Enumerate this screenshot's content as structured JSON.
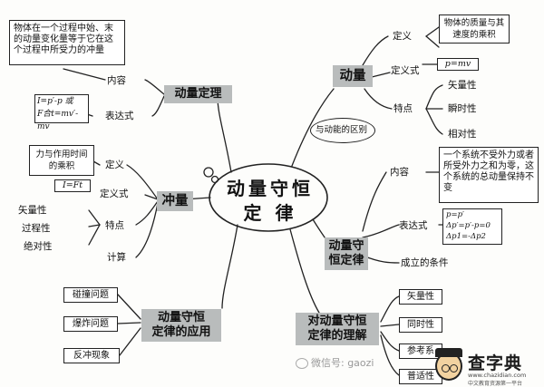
{
  "center": {
    "line1": "动量守恒",
    "line2": "定 律"
  },
  "momentum": {
    "title": "动量",
    "def_label": "定义",
    "def_text": "物体的质量与其速度的乘积",
    "formula_label": "定义式",
    "formula": "p=mv",
    "feature_label": "特点",
    "features": [
      "矢量性",
      "瞬时性",
      "相对性"
    ],
    "compare_note": "与动能的区别"
  },
  "theorem": {
    "title": "动量定理",
    "content_label": "内容",
    "content_text": "物体在一个过程中始、末的动量变化量等于它在这个过程中所受力的冲量",
    "expr_label": "表达式",
    "expr_line1": "I=p′-p 或",
    "expr_line2": "F合t=mv′-mv"
  },
  "impulse": {
    "title": "冲量",
    "def_label": "定义",
    "def_text": "力与作用时间的乘积",
    "formula_label": "定义式",
    "formula": "I=Ft",
    "feature_label": "特点",
    "features": [
      "矢量性",
      "过程性",
      "绝对性"
    ],
    "calc_label": "计算"
  },
  "conservation": {
    "title_line1": "动量守",
    "title_line2": "恒定律",
    "content_label": "内容",
    "content_text": "一个系统不受外力或者所受外力之和为零，这个系统的总动量保持不变",
    "expr_label": "表达式",
    "expr_lines": [
      "p=p′",
      "Δp′=p′-p=0",
      "Δp1=-Δp2"
    ],
    "condition_label": "成立的条件"
  },
  "application": {
    "title_line1": "动量守恒",
    "title_line2": "定律的应用",
    "items": [
      "碰撞问题",
      "爆炸问题",
      "反冲现象"
    ]
  },
  "understanding": {
    "title_line1": "对动量守恒",
    "title_line2": "定律的理解",
    "items": [
      "矢量性",
      "同时性",
      "参考系",
      "普适性"
    ]
  },
  "watermark": "微信号: gaozi",
  "logo": {
    "name": "查字典",
    "url": "www.chazidian.com",
    "slogan": "中文教育资源第一平台"
  },
  "colors": {
    "hub": "#b9bcbc",
    "line": "#222222"
  }
}
